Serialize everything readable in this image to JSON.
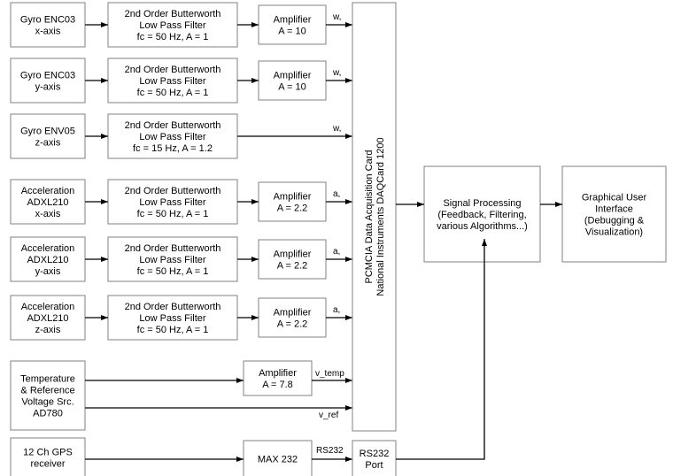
{
  "sensors": [
    [
      "Gyro ENC03",
      "x-axis"
    ],
    [
      "Gyro ENC03",
      "y-axis"
    ],
    [
      "Gyro ENV05",
      "z-axis"
    ],
    [
      "Acceleration",
      "ADXL210",
      "x-axis"
    ],
    [
      "Acceleration",
      "ADXL210",
      "y-axis"
    ],
    [
      "Acceleration",
      "ADXL210",
      "z-axis"
    ],
    [
      "Temperature",
      "& Reference",
      "Voltage Src.",
      "AD780"
    ],
    [
      "12 Ch GPS",
      "receiver"
    ]
  ],
  "filters": [
    [
      "2nd Order Butterworth",
      "Low Pass Filter",
      "fc = 50 Hz, A = 1"
    ],
    [
      "2nd Order Butterworth",
      "Low Pass Filter",
      "fc = 50 Hz, A = 1"
    ],
    [
      "2nd Order Butterworth",
      "Low Pass Filter",
      "fc = 15 Hz, A = 1.2"
    ],
    [
      "2nd Order Butterworth",
      "Low Pass Filter",
      "fc = 50 Hz, A = 1"
    ],
    [
      "2nd Order Butterworth",
      "Low Pass Filter",
      "fc = 50 Hz, A = 1"
    ],
    [
      "2nd Order Butterworth",
      "Low Pass Filter",
      "fc = 50 Hz, A = 1"
    ]
  ],
  "amplifiers": [
    [
      "Amplifier",
      "A = 10"
    ],
    [
      "Amplifier",
      "A = 10"
    ],
    null,
    [
      "Amplifier",
      "A = 2.2"
    ],
    [
      "Amplifier",
      "A = 2.2"
    ],
    [
      "Amplifier",
      "A = 2.2"
    ],
    [
      "Amplifier",
      "A = 7.8"
    ]
  ],
  "signals": [
    "w,",
    "w,",
    "w,",
    "a,",
    "a,",
    "a,",
    "v_temp",
    "v_ref",
    "RS232"
  ],
  "max232": [
    "MAX 232"
  ],
  "daq": [
    "PCMCIA Data Acquisition Card",
    "National Instruments DAQCard 1200"
  ],
  "rs232_port": [
    "RS232",
    "Port"
  ],
  "signal_processing": [
    "Signal Processing",
    "(Feedback, Filtering,",
    "various Algorithms...)"
  ],
  "gui": [
    "Graphical User",
    "Interface",
    "(Debugging &",
    "Visualization)"
  ]
}
